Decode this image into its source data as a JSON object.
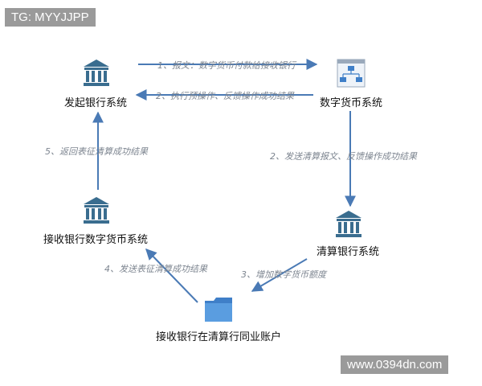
{
  "watermark_top": "TG: MYYJJPP",
  "watermark_bottom": "www.0394dn.com",
  "nodes": {
    "originating_bank": "发起银行系统",
    "digital_currency_system": "数字货币系统",
    "clearing_bank": "清算银行系统",
    "receiving_bank_dc": "接收银行数字货币系统",
    "receiving_account": "接收银行在清算行同业账户"
  },
  "edges": {
    "e1": "1、报文：数字货币付款给接收银行",
    "e2_top": "2、执行预操作、反馈操作成功结果",
    "e2_right": "2、发送清算报文、反馈操作成功结果",
    "e3": "3、增加数字货币额度",
    "e4": "4、发送表征清算成功结果",
    "e5": "5、返回表征清算成功结果"
  },
  "colors": {
    "arrow": "#4a7ab5",
    "bank_icon": "#3a6d8f",
    "folder": "#4a8fd6"
  }
}
